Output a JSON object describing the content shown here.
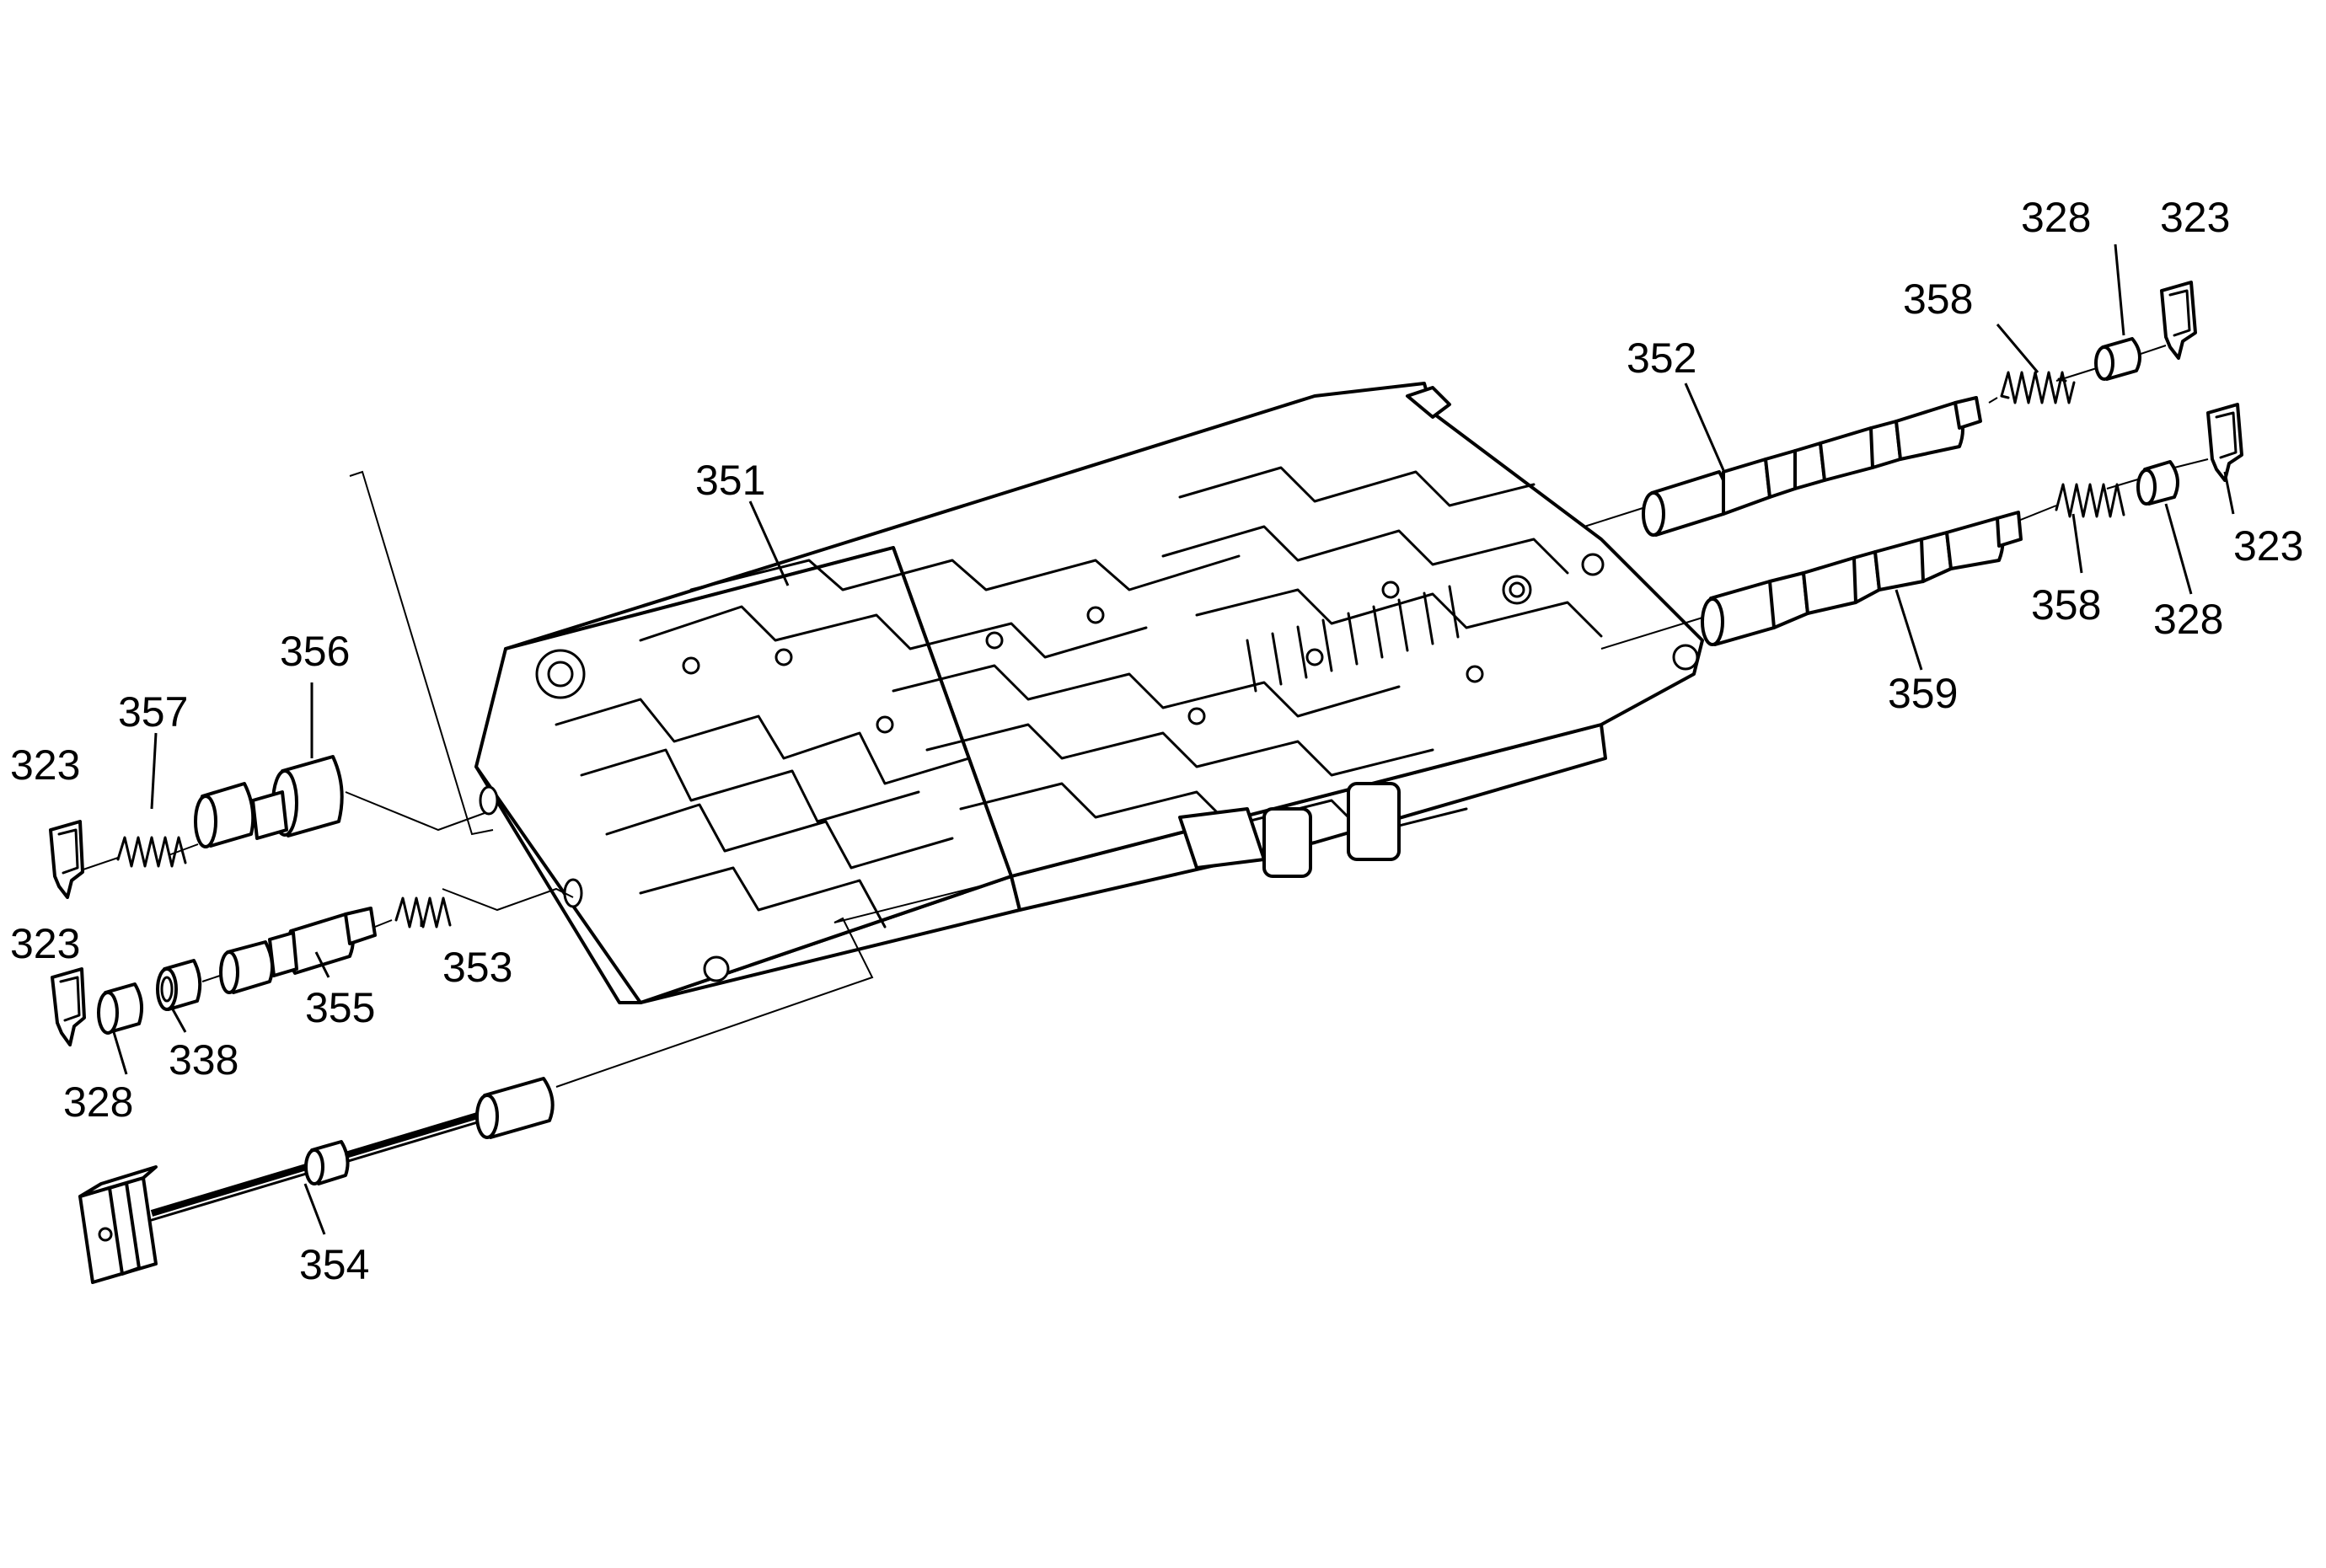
{
  "callouts": {
    "c328_top": "328",
    "c323_top": "323",
    "c358_top": "358",
    "c352": "352",
    "c351": "351",
    "c323_right": "323",
    "c358_right": "358",
    "c328_right": "328",
    "c359": "359",
    "c356": "356",
    "c357": "357",
    "c323_left_top": "323",
    "c323_left_bottom": "323",
    "c353": "353",
    "c355": "355",
    "c338": "338",
    "c328_left": "328",
    "c354": "354"
  }
}
